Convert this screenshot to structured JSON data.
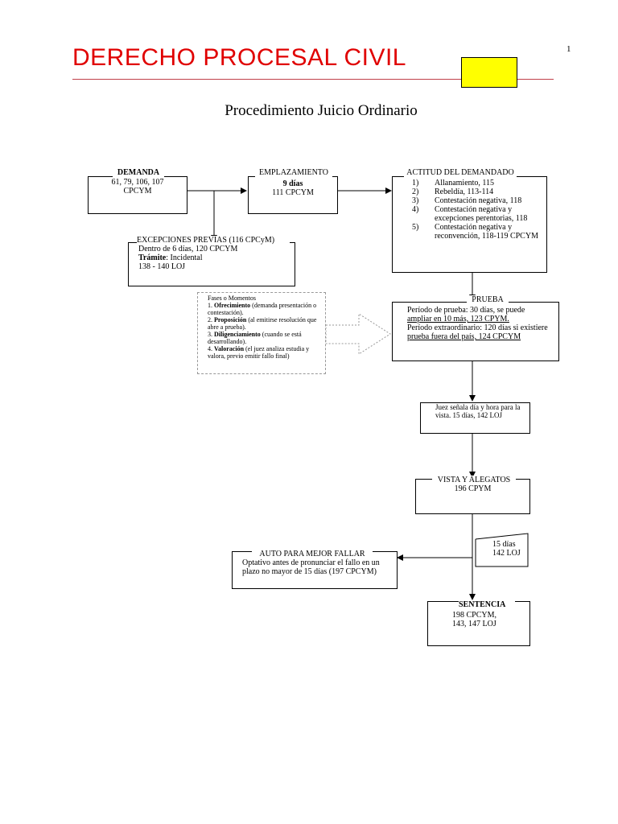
{
  "header": {
    "title": "DERECHO PROCESAL CIVIL",
    "page_number": "1",
    "subtitle": "Procedimiento Juicio Ordinario",
    "accent_color": "#e00000",
    "highlight_color": "#ffff00"
  },
  "demanda": {
    "title": "DEMANDA",
    "line1": "61, 79, 106, 107",
    "line2": "CPCYM"
  },
  "emplazamiento": {
    "title": "EMPLAZAMIENTO",
    "line1": "9 días",
    "line2": "111 CPCYM"
  },
  "actitud": {
    "title": "ACTITUD DEL DEMANDADO",
    "items": [
      {
        "num": "1)",
        "text": "Allanamiento, 115"
      },
      {
        "num": "2)",
        "text": "Rebeldía, 113-114"
      },
      {
        "num": "3)",
        "text": "Contestación negativa, 118"
      },
      {
        "num": "4)",
        "text": "Contestación negativa y excepciones perentorias, 118"
      },
      {
        "num": "5)",
        "text": "Contestación negativa y reconvención, 118-119 CPCYM"
      }
    ]
  },
  "excepciones": {
    "title": "EXCEPCIONES PREVIAS (116 CPCyM)",
    "line1": "Dentro de 6 días, 120 CPCYM",
    "tramite_label": "Trámite",
    "tramite_value": ": Incidental",
    "line3": "138 - 140 LOJ"
  },
  "fases": {
    "title": "Fases o Momentos",
    "items": [
      {
        "num": "1. ",
        "term": "Ofrecimiento",
        "desc": " (demanda presentación o contestación)."
      },
      {
        "num": "2. ",
        "term": "Proposición",
        "desc": " (al emitirse resolución que abre a prueba)."
      },
      {
        "num": "3. ",
        "term": "Diligenciamiento",
        "desc": " (cuando se está desarrollando)."
      },
      {
        "num": "4. ",
        "term": "Valoración",
        "desc": " (el juez analiza estudia y valora, previo emitir fallo final)"
      }
    ]
  },
  "prueba": {
    "title": "PRUEBA",
    "line1": "Período de prueba: 30 días, se puede",
    "line2": "ampliar en 10 más, 123 CPYM.",
    "line3": "Período extraordinario: 120 días si existiere",
    "line4": "prueba fuera del país, 124 CPCYM"
  },
  "juez": {
    "line1": "Juez señala día y hora para la",
    "line2": "vista.    15 días, 142 LOJ"
  },
  "vista": {
    "title": "VISTA Y ALEGATOS",
    "line1": "196 CPYM"
  },
  "plazo": {
    "line1": "15 días",
    "line2": "142  LOJ"
  },
  "auto": {
    "title": "AUTO PARA MEJOR FALLAR",
    "line1": "Optativo antes de pronunciar el fallo en un",
    "line2": "plazo no mayor de 15 días (197 CPCYM)"
  },
  "sentencia": {
    "title": "SENTENCIA",
    "line1": "198 CPCYM,",
    "line2": "143, 147 LOJ"
  }
}
